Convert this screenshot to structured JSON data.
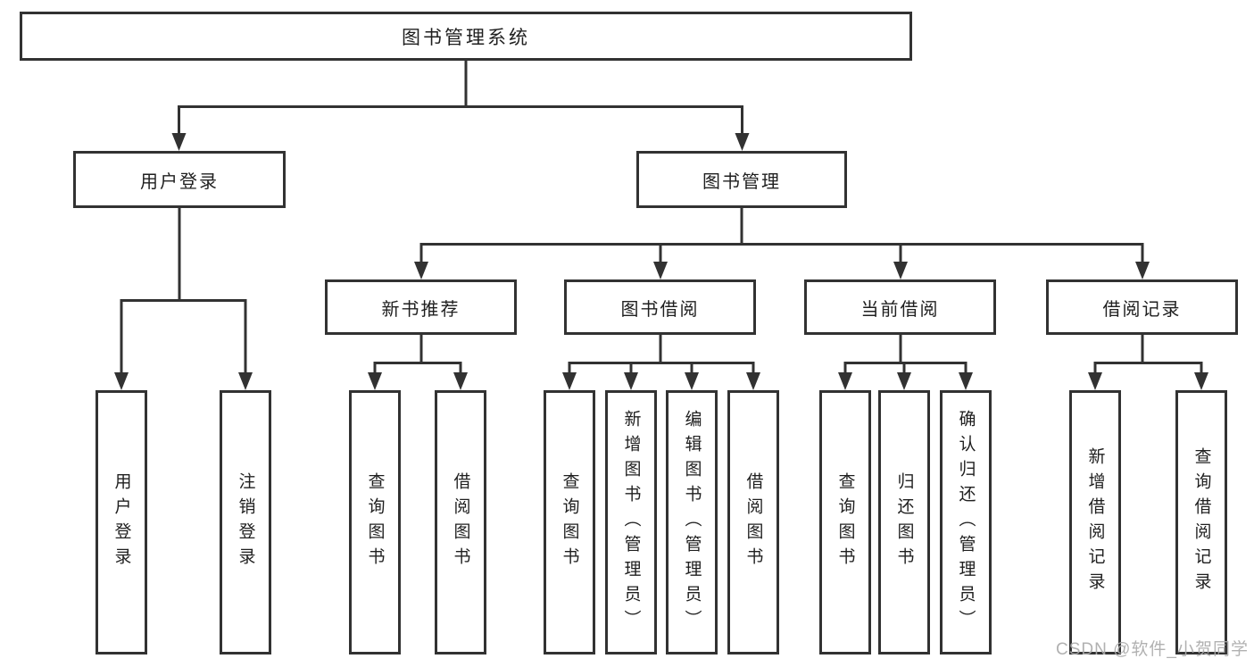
{
  "diagram": {
    "root": "图书管理系统",
    "user_login_branch": {
      "label": "用户登录",
      "children": [
        "用户登录",
        "注销登录"
      ]
    },
    "book_mgmt_branch": {
      "label": "图书管理",
      "sections": [
        {
          "label": "新书推荐",
          "children": [
            "查询图书",
            "借阅图书"
          ]
        },
        {
          "label": "图书借阅",
          "children": [
            "查询图书",
            "新增图书（管理员）",
            "编辑图书（管理员）",
            "借阅图书"
          ]
        },
        {
          "label": "当前借阅",
          "children": [
            "查询图书",
            "归还图书",
            "确认归还（管理员）"
          ]
        },
        {
          "label": "借阅记录",
          "children": [
            "新增借阅记录",
            "查询借阅记录"
          ]
        }
      ]
    }
  },
  "watermark": "CSDN @软件_小贺同学",
  "colors": {
    "line": "#323232",
    "box_border": "#323232",
    "text": "#1f1f1f",
    "watermark": "#ababab",
    "background": "#ffffff"
  }
}
